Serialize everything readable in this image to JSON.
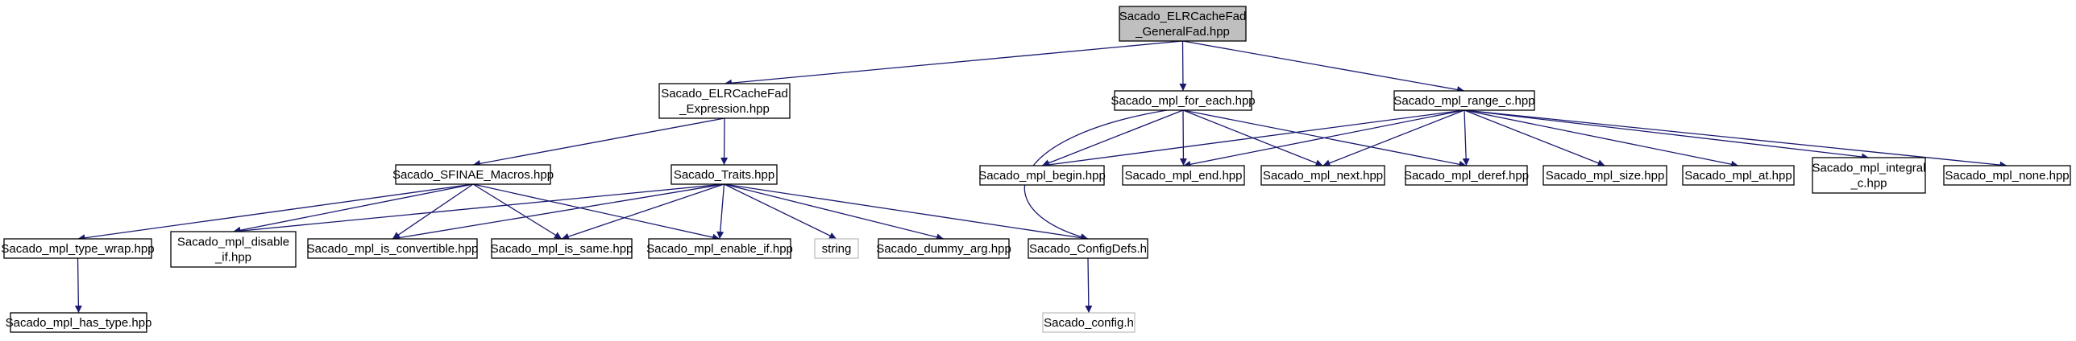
{
  "nodes": [
    {
      "id": "root",
      "lines": [
        "Sacado_ELRCacheFad",
        "_GeneralFad.hpp"
      ],
      "kind": "root"
    },
    {
      "id": "expr",
      "lines": [
        "Sacado_ELRCacheFad",
        "_Expression.hpp"
      ],
      "kind": "file"
    },
    {
      "id": "foreach",
      "lines": [
        "Sacado_mpl_for_each.hpp"
      ],
      "kind": "file"
    },
    {
      "id": "rangec",
      "lines": [
        "Sacado_mpl_range_c.hpp"
      ],
      "kind": "file"
    },
    {
      "id": "sfinae",
      "lines": [
        "Sacado_SFINAE_Macros.hpp"
      ],
      "kind": "file"
    },
    {
      "id": "traits",
      "lines": [
        "Sacado_Traits.hpp"
      ],
      "kind": "file"
    },
    {
      "id": "begin",
      "lines": [
        "Sacado_mpl_begin.hpp"
      ],
      "kind": "file"
    },
    {
      "id": "end",
      "lines": [
        "Sacado_mpl_end.hpp"
      ],
      "kind": "file"
    },
    {
      "id": "next",
      "lines": [
        "Sacado_mpl_next.hpp"
      ],
      "kind": "file"
    },
    {
      "id": "deref",
      "lines": [
        "Sacado_mpl_deref.hpp"
      ],
      "kind": "file"
    },
    {
      "id": "size",
      "lines": [
        "Sacado_mpl_size.hpp"
      ],
      "kind": "file"
    },
    {
      "id": "at",
      "lines": [
        "Sacado_mpl_at.hpp"
      ],
      "kind": "file"
    },
    {
      "id": "integral",
      "lines": [
        "Sacado_mpl_integral",
        "_c.hpp"
      ],
      "kind": "file"
    },
    {
      "id": "none",
      "lines": [
        "Sacado_mpl_none.hpp"
      ],
      "kind": "file"
    },
    {
      "id": "typewrap",
      "lines": [
        "Sacado_mpl_type_wrap.hpp"
      ],
      "kind": "file"
    },
    {
      "id": "disable",
      "lines": [
        "Sacado_mpl_disable",
        "_if.hpp"
      ],
      "kind": "file"
    },
    {
      "id": "isconv",
      "lines": [
        "Sacado_mpl_is_convertible.hpp"
      ],
      "kind": "file"
    },
    {
      "id": "issame",
      "lines": [
        "Sacado_mpl_is_same.hpp"
      ],
      "kind": "file"
    },
    {
      "id": "enable",
      "lines": [
        "Sacado_mpl_enable_if.hpp"
      ],
      "kind": "file"
    },
    {
      "id": "string",
      "lines": [
        "string"
      ],
      "kind": "external"
    },
    {
      "id": "dummy",
      "lines": [
        "Sacado_dummy_arg.hpp"
      ],
      "kind": "file"
    },
    {
      "id": "configdefs",
      "lines": [
        "Sacado_ConfigDefs.h"
      ],
      "kind": "file"
    },
    {
      "id": "hastype",
      "lines": [
        "Sacado_mpl_has_type.hpp"
      ],
      "kind": "file"
    },
    {
      "id": "config",
      "lines": [
        "Sacado_config.h"
      ],
      "kind": "external"
    }
  ],
  "edges": [
    [
      "root",
      "expr"
    ],
    [
      "root",
      "foreach"
    ],
    [
      "root",
      "rangec"
    ],
    [
      "expr",
      "sfinae"
    ],
    [
      "expr",
      "traits"
    ],
    [
      "foreach",
      "begin"
    ],
    [
      "foreach",
      "end"
    ],
    [
      "foreach",
      "next"
    ],
    [
      "foreach",
      "deref"
    ],
    [
      "foreach",
      "configdefs"
    ],
    [
      "rangec",
      "begin"
    ],
    [
      "rangec",
      "end"
    ],
    [
      "rangec",
      "next"
    ],
    [
      "rangec",
      "deref"
    ],
    [
      "rangec",
      "size"
    ],
    [
      "rangec",
      "at"
    ],
    [
      "rangec",
      "integral"
    ],
    [
      "rangec",
      "none"
    ],
    [
      "sfinae",
      "typewrap"
    ],
    [
      "sfinae",
      "disable"
    ],
    [
      "sfinae",
      "isconv"
    ],
    [
      "sfinae",
      "issame"
    ],
    [
      "sfinae",
      "enable"
    ],
    [
      "traits",
      "disable"
    ],
    [
      "traits",
      "isconv"
    ],
    [
      "traits",
      "issame"
    ],
    [
      "traits",
      "enable"
    ],
    [
      "traits",
      "string"
    ],
    [
      "traits",
      "dummy"
    ],
    [
      "traits",
      "configdefs"
    ],
    [
      "typewrap",
      "hastype"
    ],
    [
      "configdefs",
      "config"
    ]
  ],
  "colors": {
    "edge": "#191970",
    "root_fill": "#bfbfbf",
    "node_border": "#000000",
    "external_border": "#bfbfbf"
  }
}
